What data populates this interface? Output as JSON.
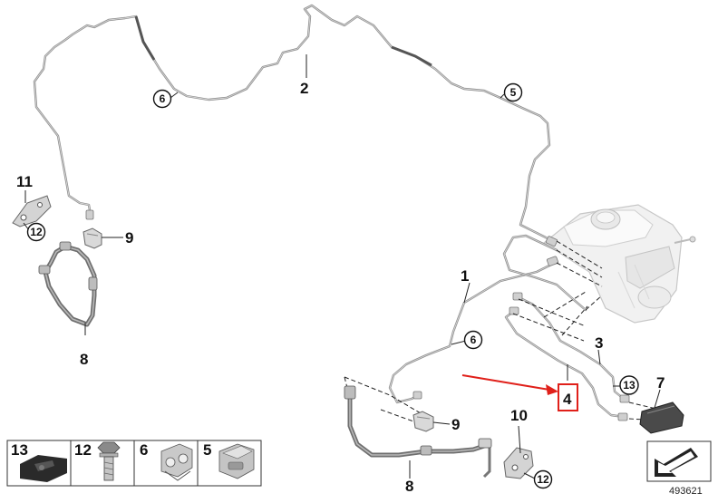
{
  "diagram": {
    "labels": {
      "l1": "1",
      "l2": "2",
      "l3": "3",
      "l4": "4",
      "l7": "7",
      "l8a": "8",
      "l8b": "8",
      "l9a": "9",
      "l9b": "9",
      "l10": "10",
      "l11": "11"
    },
    "circled": {
      "c5": "5",
      "c6a": "6",
      "c6b": "6",
      "c12a": "12",
      "c12b": "12",
      "c13": "13"
    },
    "legend": {
      "items": [
        {
          "number": "13",
          "icon": "mounting-pad-icon"
        },
        {
          "number": "12",
          "icon": "hex-bolt-icon"
        },
        {
          "number": "6",
          "icon": "double-pipe-clip-icon"
        },
        {
          "number": "5",
          "icon": "single-pipe-clip-icon"
        }
      ]
    },
    "highlight_color": "#e0201a",
    "document_id": "493621"
  }
}
